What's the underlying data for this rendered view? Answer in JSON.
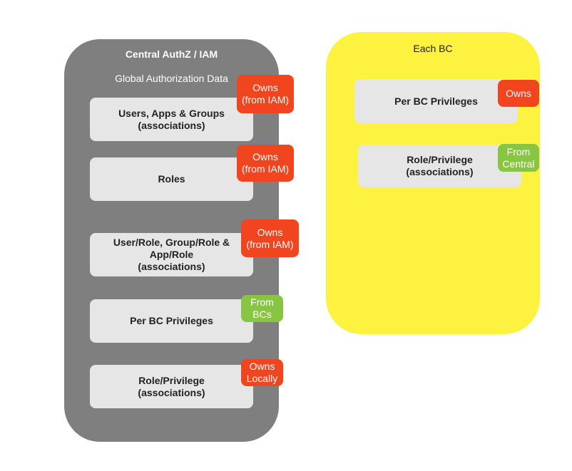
{
  "central": {
    "title": "Central AuthZ / IAM",
    "subtitle": "Global Authorization Data",
    "color": "#7f7f7f",
    "items": [
      {
        "label": "Users, Apps & Groups\n(associations)",
        "badge": "Owns\n(from IAM)",
        "badge_color": "#f1451f"
      },
      {
        "label": "Roles",
        "badge": "Owns\n(from IAM)",
        "badge_color": "#f1451f"
      },
      {
        "label": "User/Role, Group/Role &\nApp/Role\n(associations)",
        "badge": "Owns\n(from IAM)",
        "badge_color": "#f1451f"
      },
      {
        "label": "Per BC Privileges",
        "badge": "From\nBCs",
        "badge_color": "#88c542"
      },
      {
        "label": "Role/Privilege\n(associations)",
        "badge": "Owns\nLocally",
        "badge_color": "#f1451f"
      }
    ]
  },
  "each_bc": {
    "title": "Each BC",
    "color": "#fdf23f",
    "items": [
      {
        "label": "Per BC Privileges",
        "badge": "Owns",
        "badge_color": "#f1451f"
      },
      {
        "label": "Role/Privilege\n(associations)",
        "badge": "From\nCentral",
        "badge_color": "#88c542"
      }
    ]
  }
}
